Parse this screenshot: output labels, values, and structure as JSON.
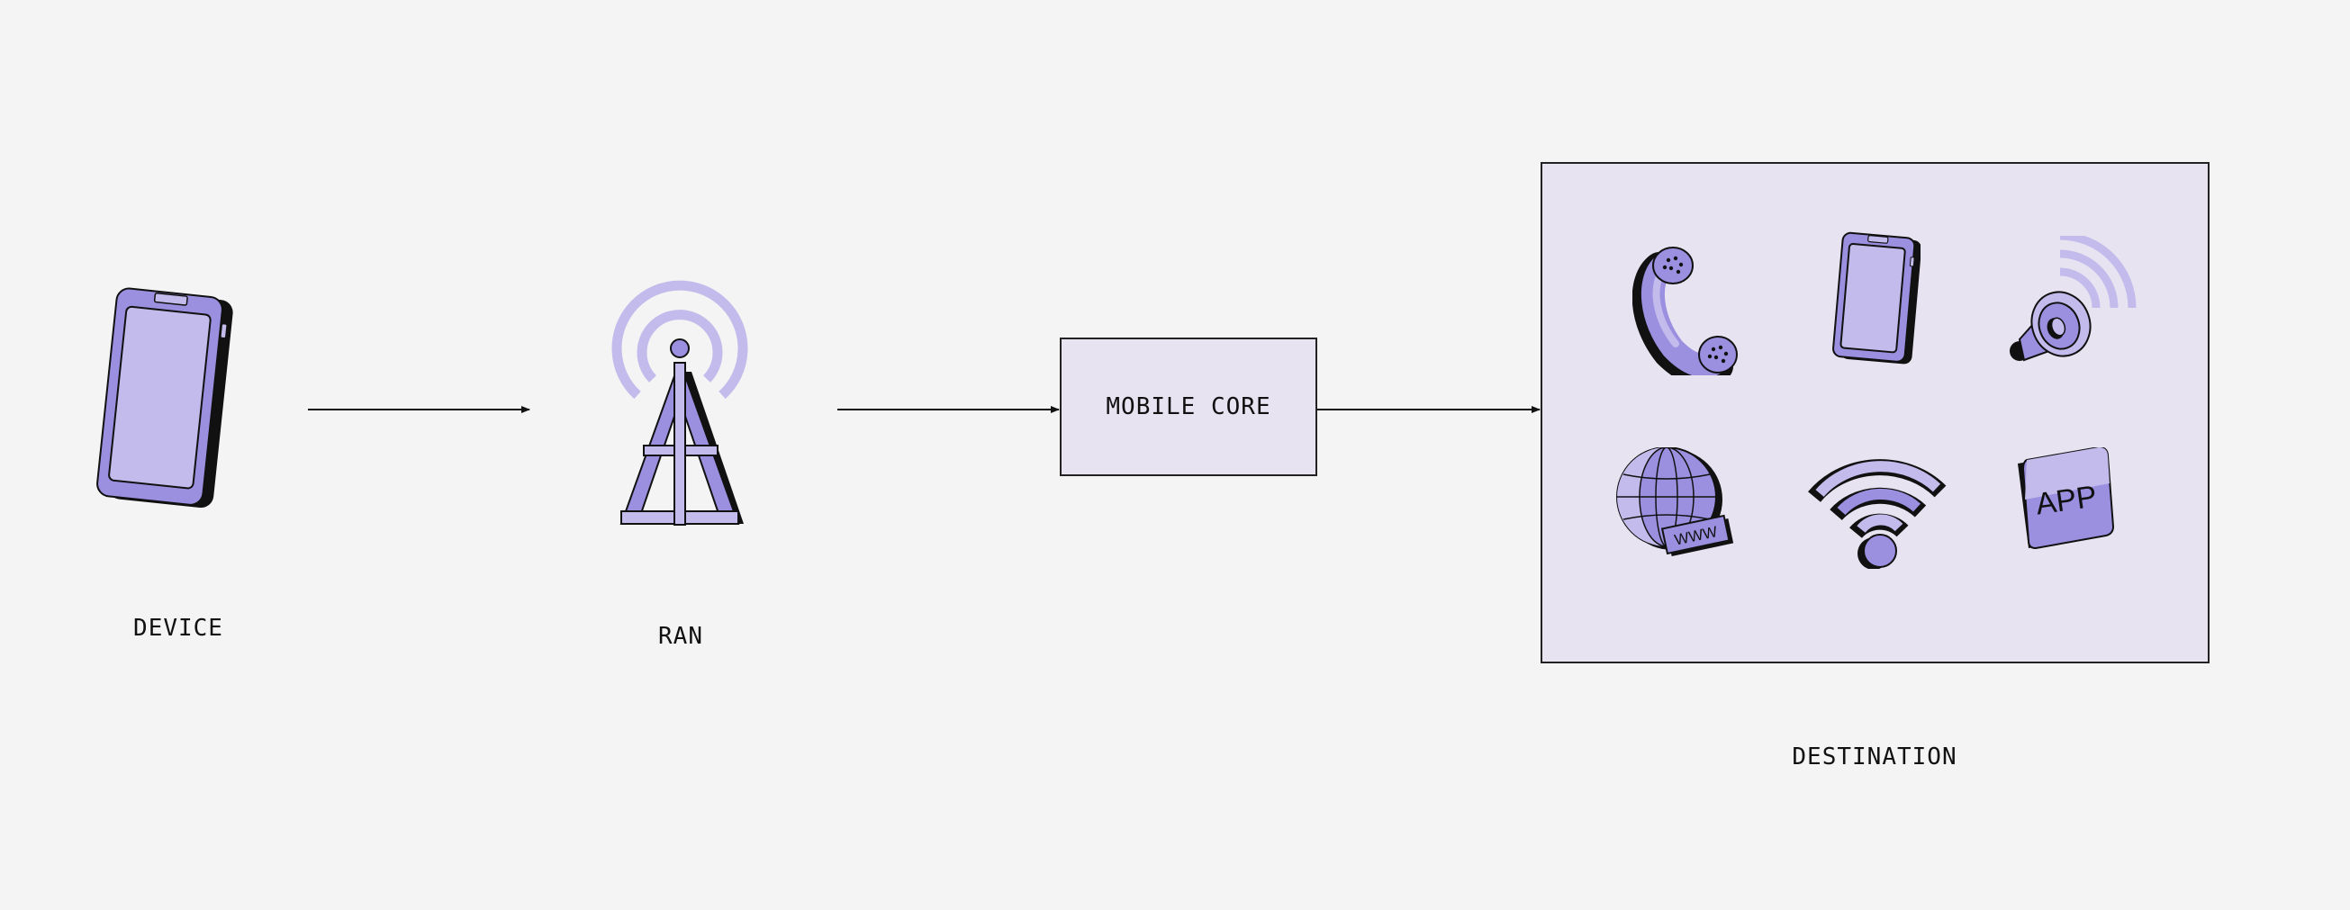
{
  "nodes": {
    "device": {
      "label": "DEVICE",
      "icon": "smartphone-icon"
    },
    "ran": {
      "label": "RAN",
      "icon": "cell-tower-icon"
    },
    "core": {
      "label": "MOBILE CORE"
    },
    "destination": {
      "label": "DESTINATION",
      "icons": [
        "telephone-icon",
        "smartphone-icon",
        "speaker-icon",
        "globe-www-icon",
        "wifi-icon",
        "app-icon"
      ],
      "www_text": "WWW",
      "app_text": "APP"
    }
  },
  "colors": {
    "background": "#f4f4f4",
    "box_fill": "#e8e3f1",
    "icon_light": "#c3bbeb",
    "icon_mid": "#9b8fe0",
    "outline": "#111111"
  }
}
